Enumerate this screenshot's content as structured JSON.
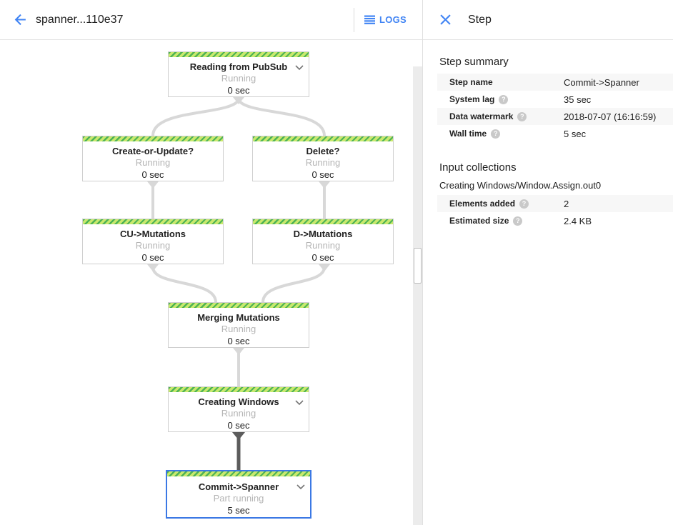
{
  "topbar": {
    "title": "spanner...110e37",
    "logs_label": "LOGS"
  },
  "panel": {
    "title": "Step",
    "summary": {
      "heading": "Step summary",
      "rows": [
        {
          "label": "Step name",
          "value": "Commit->Spanner"
        },
        {
          "label": "System lag",
          "value": "35 sec"
        },
        {
          "label": "Data watermark",
          "value": "2018-07-07 (16:16:59)"
        },
        {
          "label": "Wall time",
          "value": "5 sec"
        }
      ]
    },
    "input_collections": {
      "heading": "Input collections",
      "collection_name": "Creating Windows/Window.Assign.out0",
      "rows": [
        {
          "label": "Elements added",
          "value": "2"
        },
        {
          "label": "Estimated size",
          "value": "2.4 KB"
        }
      ]
    }
  },
  "graph": {
    "nodes": [
      {
        "name": "Reading from PubSub",
        "status": "Running",
        "time": "0 sec"
      },
      {
        "name": "Create-or-Update?",
        "status": "Running",
        "time": "0 sec"
      },
      {
        "name": "Delete?",
        "status": "Running",
        "time": "0 sec"
      },
      {
        "name": "CU->Mutations",
        "status": "Running",
        "time": "0 sec"
      },
      {
        "name": "D->Mutations",
        "status": "Running",
        "time": "0 sec"
      },
      {
        "name": "Merging Mutations",
        "status": "Running",
        "time": "0 sec"
      },
      {
        "name": "Creating Windows",
        "status": "Running",
        "time": "0 sec"
      },
      {
        "name": "Commit->Spanner",
        "status": "Part running",
        "time": "5 sec"
      }
    ],
    "colors": {
      "accent_blue": "#4285f4",
      "selected_border": "#3b78e4",
      "stripe_dark_green": "#4db355",
      "stripe_light_green": "#c9e96d",
      "edge_gray": "#d8d8d8",
      "edge_dark": "#5c5c5c"
    }
  }
}
